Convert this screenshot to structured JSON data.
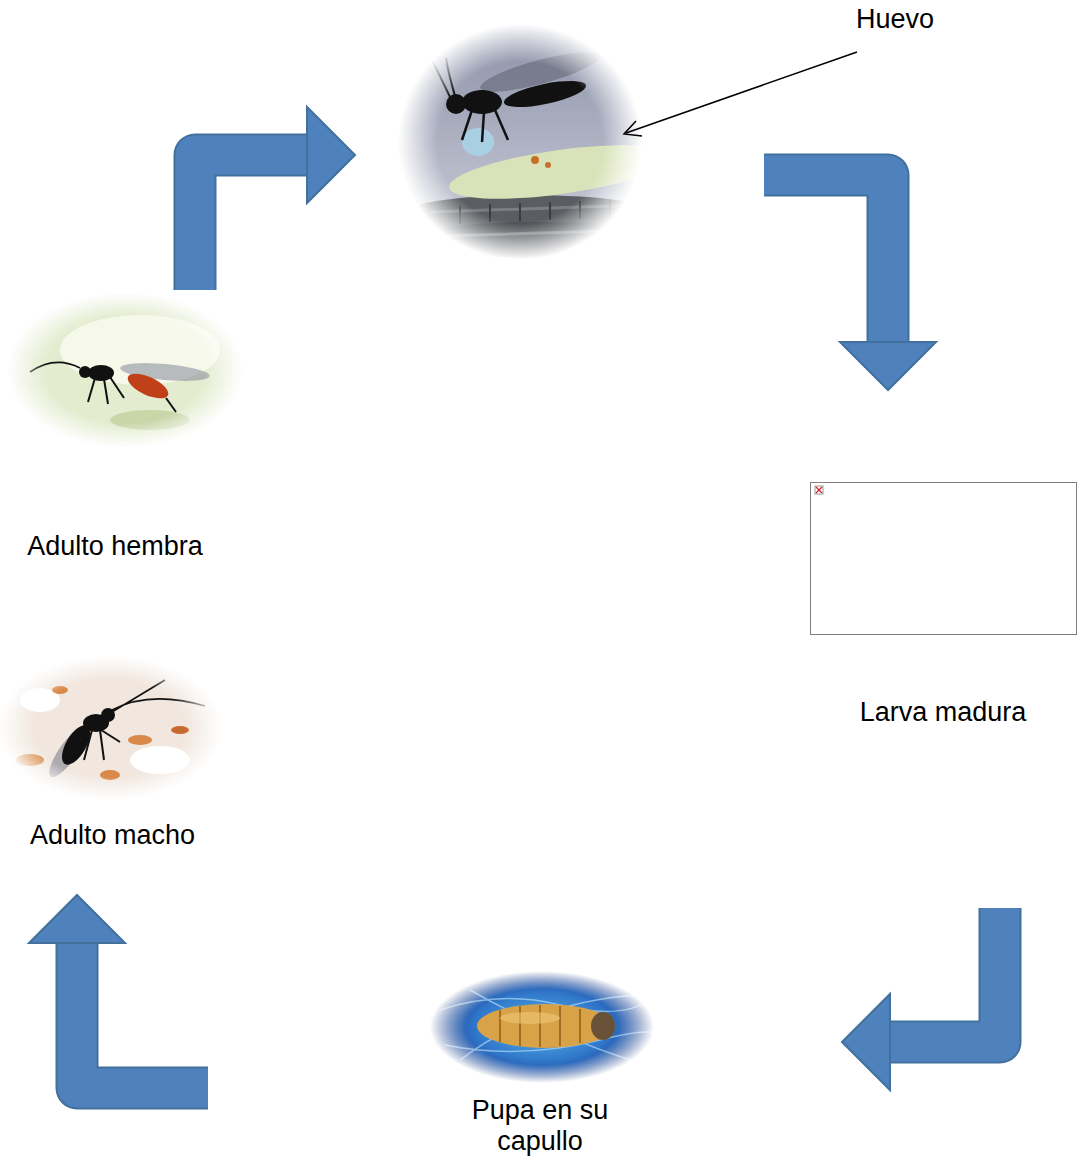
{
  "diagram": {
    "nodes": [
      {
        "text": [
          "Huevo"
        ]
      },
      {
        "text": [
          "Larva madura"
        ]
      },
      {
        "text": [
          "Pupa en su capullo"
        ]
      },
      {
        "text": [
          "Adulto macho"
        ]
      },
      {
        "text": [
          "Adulto hembra"
        ]
      }
    ],
    "edges": [
      {
        "from": 0,
        "to": 1,
        "arrow": "to"
      },
      {
        "from": 1,
        "to": 2,
        "arrow": "to"
      },
      {
        "from": 2,
        "to": 3,
        "arrow": "to"
      },
      {
        "from": 4,
        "to": 0,
        "arrow": "to"
      }
    ]
  }
}
